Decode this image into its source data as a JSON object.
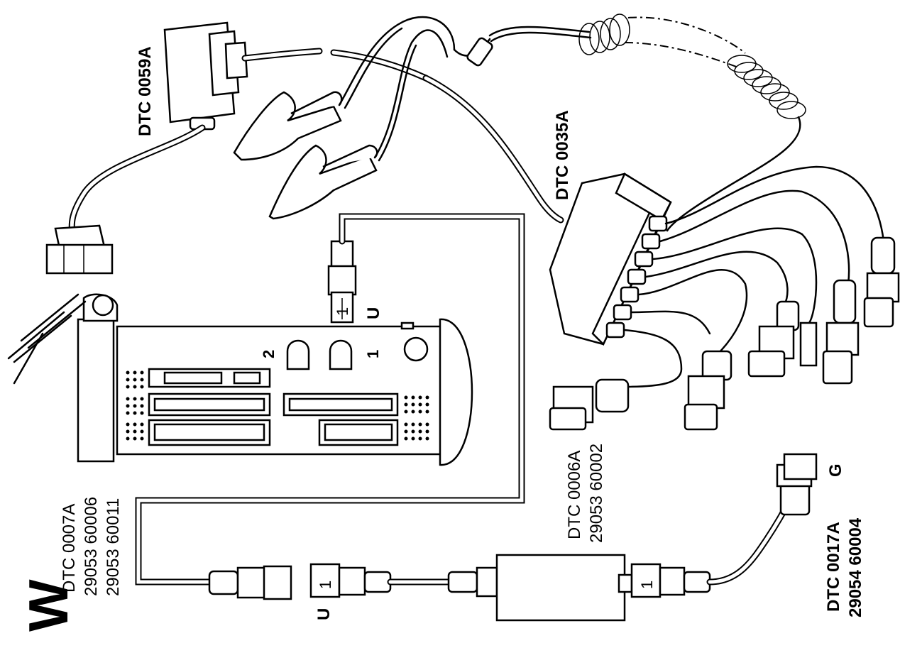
{
  "labels": {
    "dtc_0059a": "DTC 0059A",
    "dtc_0035a": "DTC 0035A",
    "dtc_0006a_line1": "DTC 0006A",
    "dtc_0006a_line2": "29053 60002",
    "dtc_0007a_line1": "DTC 0007A",
    "dtc_0007a_line2": "29053 60006",
    "dtc_0007a_line3": "29053 60011",
    "dtc_0017a_line1": "DTC 0017A",
    "dtc_0017a_line2": "29054 60004",
    "port_u_top": "U",
    "port_u_bottom": "U",
    "port_g": "G",
    "slot_1": "1",
    "slot_2": "2",
    "plug_1a": "1",
    "plug_1b": "1",
    "plug_1c": "1"
  },
  "logo": {
    "letter": "W",
    "color": "#000000"
  },
  "colors": {
    "line": "#000000",
    "background": "#ffffff"
  }
}
